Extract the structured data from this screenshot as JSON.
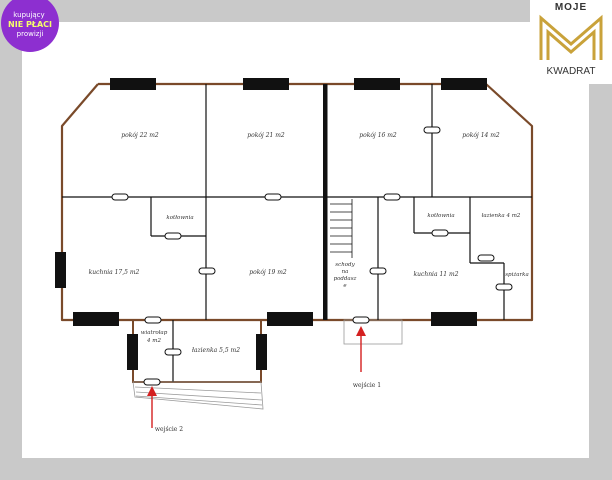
{
  "badge": {
    "line1": "kupujący",
    "line2": "NIE PŁACI",
    "line3": "prowizji",
    "color": "#8d2fd0",
    "highlight_color": "#f5ff6a"
  },
  "logo": {
    "top": "MOJE",
    "bottom": "KWADRAT",
    "gold": "#c9a23a"
  },
  "colors": {
    "background": "#c9c9c9",
    "canvas": "#ffffff",
    "outer_wall": "#7a4a2a",
    "inner_wall": "#111111",
    "window": "#111111"
  },
  "rooms": {
    "pokoj22": "pokój 22 m2",
    "pokoj21": "pokój 21 m2",
    "pokoj16": "pokój 16 m2",
    "pokoj14": "pokój 14 m2",
    "kotlownia_left": "kotłownia",
    "kotlownia_right": "kotłownia",
    "lazienka4": "łazienka 4 m2",
    "kuchnia17": "kuchnia 17,5 m2",
    "pokoj19": "pokój 19 m2",
    "schody_1": "schody",
    "schody_2": "na",
    "schody_3": "poddasz",
    "schody_4": "e",
    "kuchnia11": "kuchnia 11 m2",
    "spizarka": "spiżarka",
    "wiatrolap_1": "wiatrołap",
    "wiatrolap_2": "4 m2",
    "lazienka55": "łazienka  5,5 m2"
  },
  "entrances": {
    "entry1": "wejście 1",
    "entry2": "wejście 2"
  }
}
